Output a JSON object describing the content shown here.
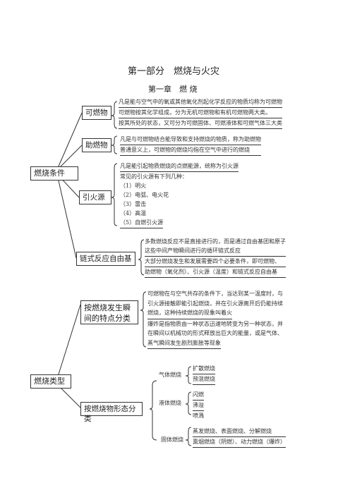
{
  "title": "第一部分　燃烧与火灾",
  "chapter": "第一章　燃 烧",
  "root1": "燃烧条件",
  "combustible": {
    "label": "可燃物",
    "lines": [
      "凡是能与空气中的氧或其他氧化剂起化学反应的物质均称为可燃物",
      "可燃物按其化学组成，分为无机可燃物和有机可燃物两大类。",
      "按其所处的状态，又可分为可燃固体、可燃液体和可燃气体三大类"
    ]
  },
  "oxidizer": {
    "label": "助燃物",
    "lines": [
      "凡是与可燃物结合能导致和支持燃烧的物质，称为助燃物",
      "普通意义上，可燃物的燃烧均指在空气中进行的燃烧"
    ]
  },
  "ignition": {
    "label": "引火源",
    "lines": [
      "凡是能引起物质燃烧的点燃能源，统称为引火源",
      "常见的引火源有下列几种：",
      "（1）明火",
      "（2）电弧、电火花",
      "（3）雷击",
      "（4）高温",
      "（5）自燃引火源"
    ]
  },
  "chain": {
    "label": "链式反应自由基",
    "lines": [
      "多数燃烧反应不是直接进行的，而是通过自由基团和原子",
      "这些中间产物瞬间进行的循环链式反应",
      "大部分燃烧发生和发展需要四个必要条件，即可燃物、",
      "助燃物（氧化剂）、引火源（温度）和链式反应自由基"
    ]
  },
  "root2": "燃烧类型",
  "flash": {
    "label_lines": [
      "按燃烧发生瞬",
      "间的特点分类"
    ],
    "lines": [
      "可燃物在与空气共存的条件下，当达到某一温度时，与",
      "引火源接触即能引起燃烧，并在引火源离开后仍能持续",
      "燃烧，这种持续燃烧的现象叫着火",
      "爆炸是指物质由一种状态迅速地转变为另一种状态，并",
      "在瞬间以机械功的形式释放出巨大的能量，或是气体、",
      "蒸气瞬间发生剧烈膨胀等现象"
    ]
  },
  "form": {
    "label": "按燃烧物形态分类",
    "gas": {
      "label": "气体燃烧",
      "items": [
        "扩散燃烧",
        "预混燃烧"
      ]
    },
    "liquid": {
      "label": "液体燃烧",
      "items": [
        "闪燃",
        "沸溢",
        "喷溅"
      ]
    },
    "solid": {
      "label": "固体燃烧",
      "items": [
        "蒸发燃烧、表面燃烧、分解燃烧",
        "熏烟燃烧（阴燃）、动力燃烧（爆炸）"
      ]
    }
  }
}
